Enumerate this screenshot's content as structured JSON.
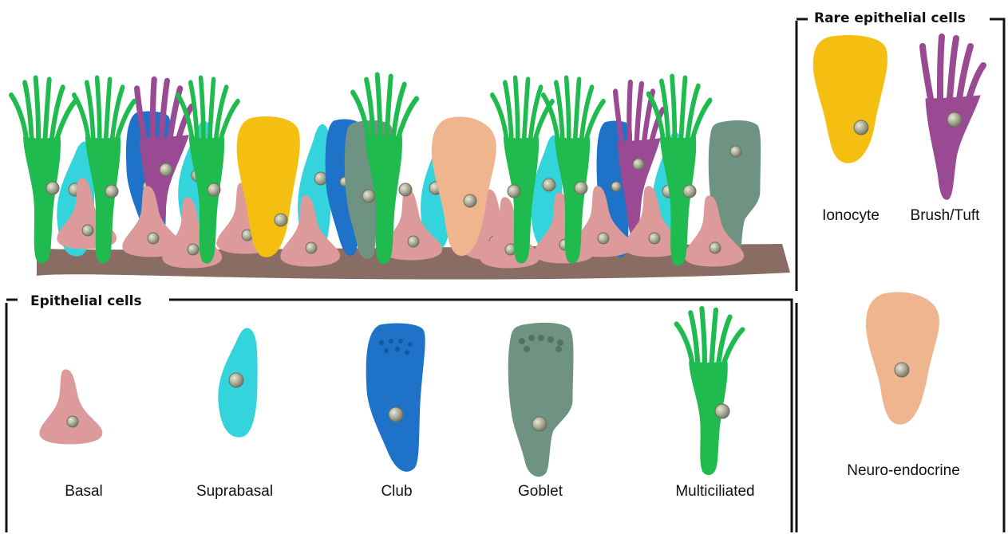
{
  "panels": {
    "epithelial": {
      "title": "Epithelial cells",
      "cells": [
        {
          "label": "Basal",
          "color": "#dc9a9b"
        },
        {
          "label": "Suprabasal",
          "color": "#33d4db"
        },
        {
          "label": "Club",
          "color": "#1e72c8"
        },
        {
          "label": "Goblet",
          "color": "#6e9382"
        },
        {
          "label": "Multiciliated",
          "color": "#1fbb4f"
        }
      ]
    },
    "rare": {
      "title": "Rare epithelial cells",
      "cells": [
        {
          "label": "Ionocyte",
          "color": "#f5bf12"
        },
        {
          "label": "Brush/Tuft",
          "color": "#9a4a92"
        },
        {
          "label": "Neuro-endocrine",
          "color": "#efb58f"
        }
      ]
    }
  },
  "colors": {
    "basement_membrane": "#8a6d62",
    "frame": "#111111"
  }
}
